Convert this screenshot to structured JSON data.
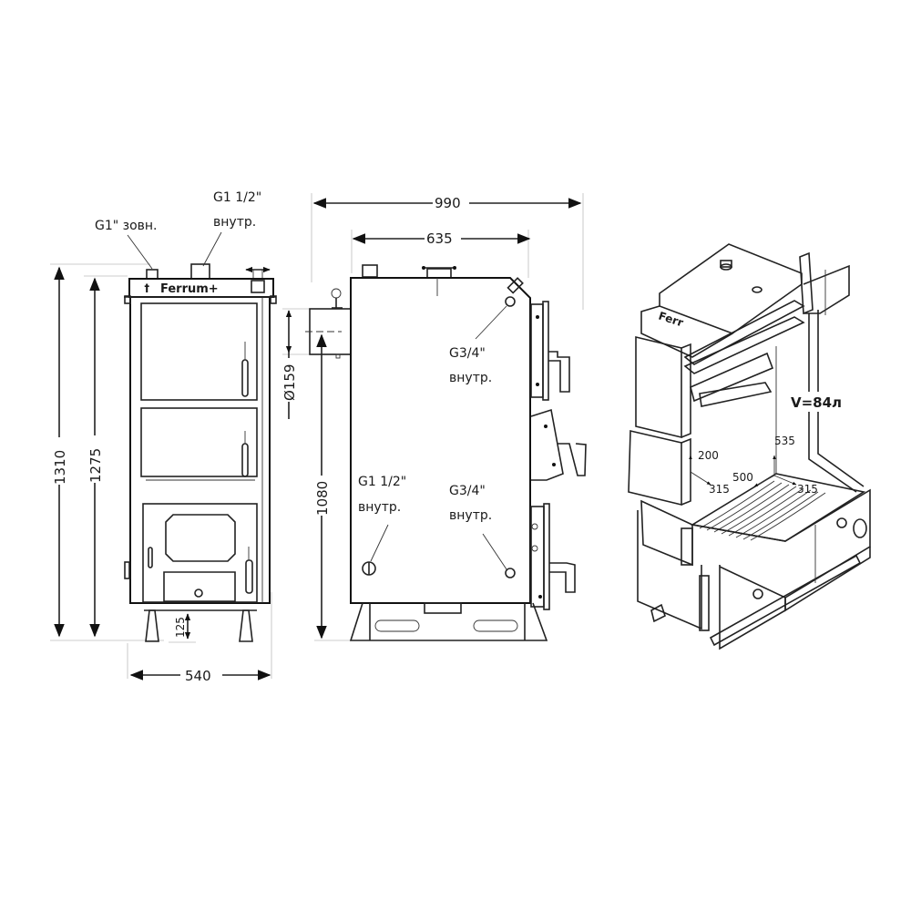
{
  "front_view": {
    "callouts": {
      "g1_label": "G1\" зовн.",
      "g112_label_line1": "G1 1/2\"",
      "g112_label_line2": "внутр."
    },
    "brand": "Ferrum+",
    "dimensions": {
      "height_total": "1310",
      "height_body": "1275",
      "leg_height": "125",
      "width": "540"
    }
  },
  "side_view": {
    "dimensions": {
      "depth_total": "990",
      "depth_body": "635",
      "flue_diameter": "Ø159",
      "flue_height": "1080"
    },
    "callouts": {
      "top_fitting_line1": "G3/4\"",
      "top_fitting_line2": "внутр.",
      "return_line1": "G1 1/2\"",
      "return_line2": "внутр.",
      "bottom_fitting_line1": "G3/4\"",
      "bottom_fitting_line2": "внутр."
    }
  },
  "iso_view": {
    "brand": "Ferr",
    "volume": "V=84л",
    "dimensions": {
      "d200": "200",
      "d315_left": "315",
      "d500": "500",
      "d535": "535",
      "d315_right": "315"
    }
  },
  "colors": {
    "line": "#1a1a1a",
    "background": "#ffffff"
  }
}
